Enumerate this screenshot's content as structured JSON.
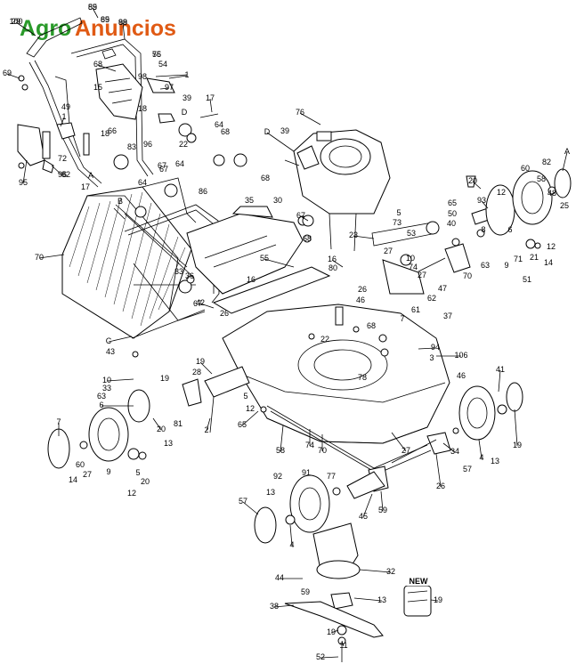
{
  "watermark": {
    "part_1": "Agro",
    "part_2": "Anuncios",
    "color_1": "#2a9a2a",
    "color_2": "#e05a14"
  },
  "new_badge": "NEW",
  "callouts": [
    "55",
    "100",
    "69",
    "99",
    "56",
    "54",
    "68",
    "69",
    "1",
    "97",
    "15",
    "98",
    "39",
    "17",
    "18",
    "D",
    "1",
    "49",
    "66",
    "18",
    "96",
    "22",
    "83",
    "64",
    "68",
    "64",
    "67",
    "95",
    "96",
    "72",
    "82",
    "17",
    "A",
    "B",
    "64",
    "67",
    "68",
    "86",
    "35",
    "30",
    "76",
    "D",
    "39",
    "A",
    "82",
    "60",
    "20",
    "58",
    "48",
    "12",
    "93",
    "65",
    "50",
    "40",
    "25",
    "5",
    "73",
    "23",
    "53",
    "10",
    "8",
    "27",
    "6",
    "71",
    "21",
    "12",
    "74",
    "27",
    "63",
    "9",
    "14",
    "51",
    "70",
    "70",
    "33",
    "36",
    "67",
    "68",
    "55",
    "16",
    "16",
    "80",
    "26",
    "47",
    "46",
    "62",
    "61",
    "7",
    "37",
    "C",
    "43",
    "26",
    "42",
    "67",
    "68",
    "22",
    "94",
    "3",
    "106",
    "78",
    "19",
    "28",
    "19",
    "10",
    "33",
    "63",
    "6",
    "5",
    "2",
    "65",
    "12",
    "46",
    "41",
    "7",
    "20",
    "81",
    "13",
    "60",
    "27",
    "14",
    "9",
    "5",
    "12",
    "20",
    "58",
    "74",
    "70",
    "27",
    "34",
    "91",
    "77",
    "92",
    "26",
    "4",
    "19",
    "13",
    "57",
    "45",
    "59",
    "57",
    "13",
    "4",
    "32",
    "44",
    "59",
    "13",
    "19",
    "38",
    "19",
    "11",
    "52",
    "89",
    "29",
    "85",
    "88",
    "75"
  ]
}
